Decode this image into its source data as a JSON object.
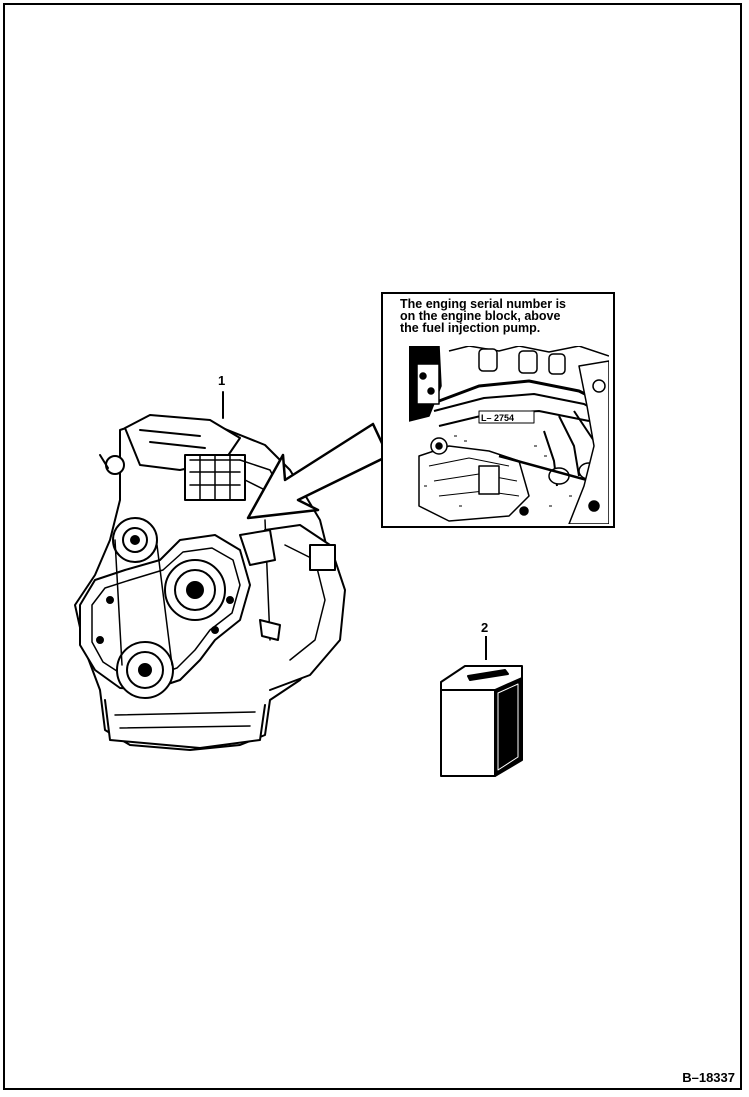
{
  "figure": {
    "callout_lines": [
      "The enging serial number is",
      "on the engine block, above",
      "the fuel injection pump."
    ],
    "serial_stamp": "L– 2754",
    "item_labels": [
      "1",
      "2"
    ],
    "figure_number": "B–18337"
  }
}
